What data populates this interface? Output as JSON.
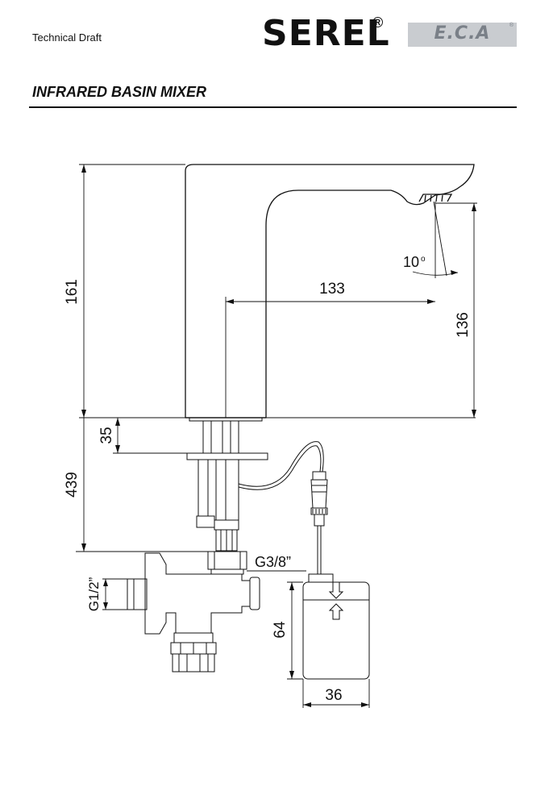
{
  "header": {
    "label": "Technical Draft",
    "brand": "SEREL",
    "brand_mark": "®",
    "partner_logo": "E.C.A",
    "partner_mark": "®"
  },
  "title": "INFRARED BASIN MIXER",
  "dimensions": {
    "total_height": "161",
    "reach": "133",
    "spout_angle": "10",
    "spout_angle_unit": "o",
    "spout_height": "136",
    "mount_thickness": "35",
    "hose_length": "439",
    "connection_thread": "G3/8”",
    "supply_thread": "G1/2”",
    "box_height": "64",
    "box_width": "36"
  },
  "icons": {
    "arrow_down": "arrow-down-icon",
    "arrow_up": "arrow-up-icon"
  }
}
